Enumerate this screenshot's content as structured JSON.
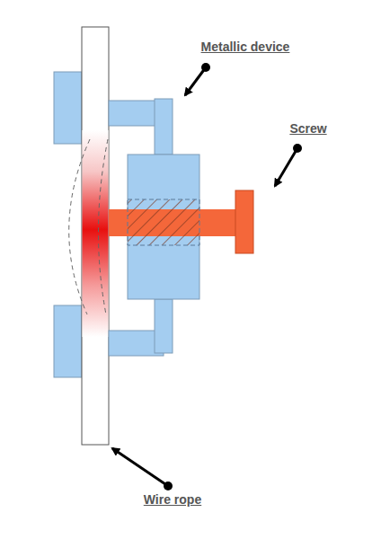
{
  "diagram": {
    "labels": [
      "Metallic device",
      "Screw",
      "Wire rope"
    ]
  }
}
